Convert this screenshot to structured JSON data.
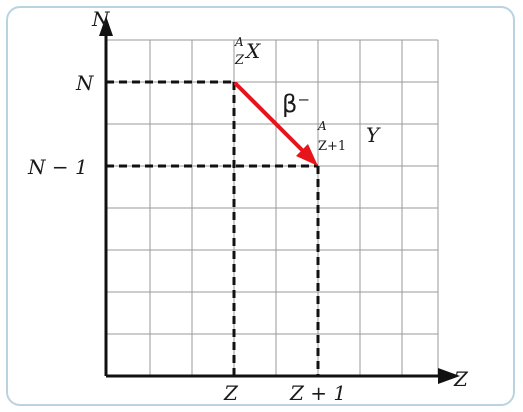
{
  "axes": {
    "y_axis_label": "N",
    "x_axis_label": "Z"
  },
  "ticks": {
    "y": [
      "N",
      "N − 1"
    ],
    "x": [
      "Z",
      "Z + 1"
    ]
  },
  "nuclides": {
    "parent": {
      "mass_sup": "A",
      "atomic_sub": "Z",
      "symbol": "X"
    },
    "daughter": {
      "mass_sup": "A",
      "atomic_sub": "Z+1",
      "symbol": "Y"
    }
  },
  "decay": {
    "label": "β⁻",
    "arrow_color": "#e8141c"
  },
  "colors": {
    "frame_border": "#b9d3e2",
    "grid": "#9a9a9a",
    "axis": "#111111",
    "dashed": "#111111"
  }
}
